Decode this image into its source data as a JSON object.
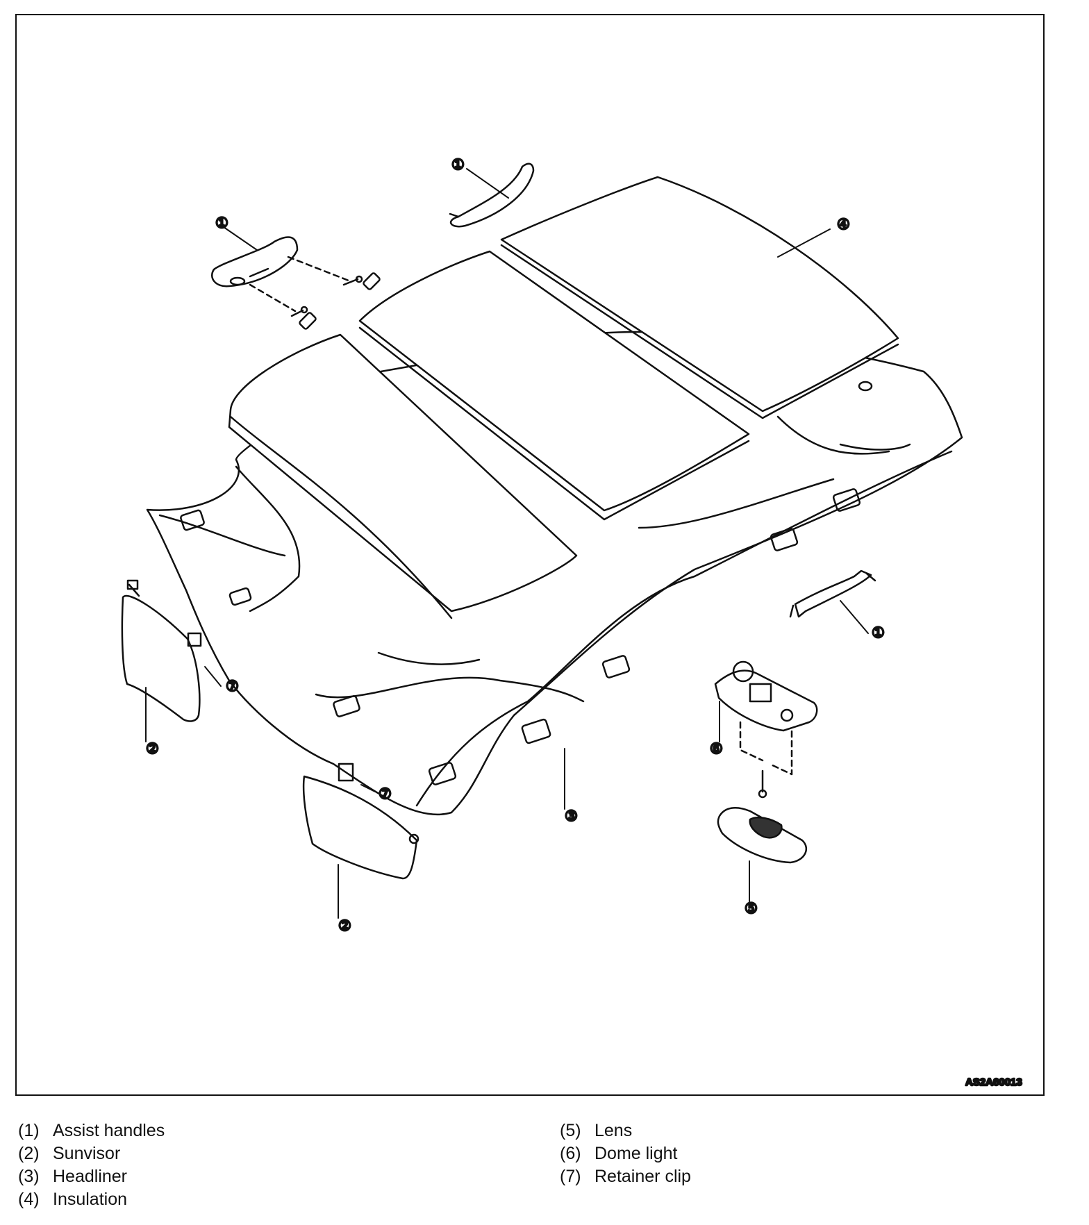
{
  "figure_code": "AS2A60013",
  "callouts": [
    "①",
    "②",
    "③",
    "④",
    "⑤",
    "⑥",
    "⑦"
  ],
  "legend": {
    "left": [
      {
        "num": "(1)",
        "label": "Assist handles"
      },
      {
        "num": "(2)",
        "label": "Sunvisor"
      },
      {
        "num": "(3)",
        "label": "Headliner"
      },
      {
        "num": "(4)",
        "label": "Insulation"
      }
    ],
    "right": [
      {
        "num": "(5)",
        "label": "Lens"
      },
      {
        "num": "(6)",
        "label": "Dome light"
      },
      {
        "num": "(7)",
        "label": "Retainer clip"
      }
    ]
  }
}
